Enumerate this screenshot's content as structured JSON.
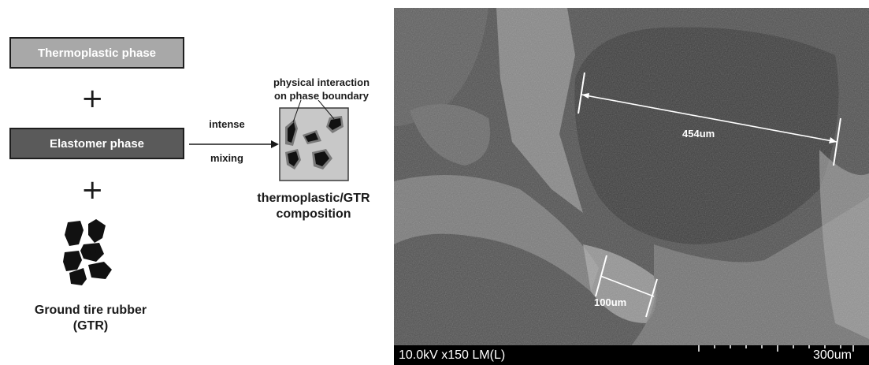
{
  "thermoplastic_label": "Thermoplastic phase",
  "elastomer_label": "Elastomer phase",
  "plus_symbol": "+",
  "gtr_label_line1": "Ground tire rubber",
  "gtr_label_line2": "(GTR)",
  "arrow_label_line1": "intense",
  "arrow_label_line2": "mixing",
  "interaction_label_line1": "physical interaction",
  "interaction_label_line2": "on phase boundary",
  "composition_label_line1": "thermoplastic/GTR",
  "composition_label_line2": "composition",
  "sem_image": {
    "info_left": "10.0kV x150 LM(L)",
    "scale_label": "300um",
    "measurement_large": "454um",
    "measurement_small": "100um"
  },
  "colors": {
    "thermoplastic_box": "#a8a8a8",
    "elastomer_box": "#5a5a5a",
    "composition_square": "#c8c8c8",
    "particle_fill": "#111111",
    "particle_halo": "#7a7a7a"
  }
}
